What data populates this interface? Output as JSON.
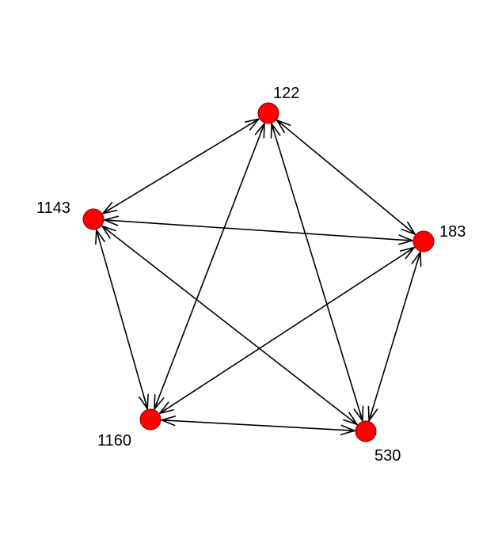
{
  "graph": {
    "node_color": "#ff0000",
    "edge_color": "#000000",
    "directed": "bidirectional",
    "nodes": [
      {
        "id": "122",
        "label": "122"
      },
      {
        "id": "183",
        "label": "183"
      },
      {
        "id": "530",
        "label": "530"
      },
      {
        "id": "1160",
        "label": "1160"
      },
      {
        "id": "1143",
        "label": "1143"
      }
    ],
    "edges": [
      {
        "source": "122",
        "target": "1143"
      },
      {
        "source": "122",
        "target": "183"
      },
      {
        "source": "122",
        "target": "1160"
      },
      {
        "source": "122",
        "target": "530"
      },
      {
        "source": "1143",
        "target": "183"
      },
      {
        "source": "1143",
        "target": "1160"
      },
      {
        "source": "1143",
        "target": "530"
      },
      {
        "source": "183",
        "target": "1160"
      },
      {
        "source": "183",
        "target": "530"
      },
      {
        "source": "1160",
        "target": "530"
      }
    ]
  }
}
